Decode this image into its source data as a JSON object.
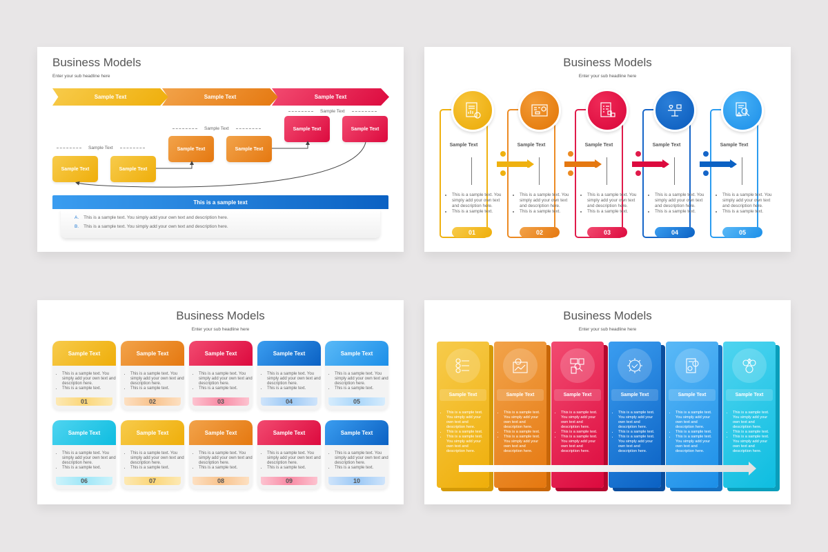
{
  "colors": {
    "yellow": "#efae0a",
    "orange": "#e57810",
    "red": "#dc0a3e",
    "blue": "#0b61c3",
    "light_blue": "#1c8fe8",
    "cyan": "#0ebde0",
    "background": "#e8e6e7"
  },
  "slide1": {
    "title": "Business Models",
    "subtitle": "Enter your sub headline here",
    "chevrons": [
      "Sample Text",
      "Sample Text",
      "Sample Text"
    ],
    "group_labels": [
      "Sample Text",
      "Sample Text",
      "Sample Text"
    ],
    "boxes": [
      "Sample Text",
      "Sample Text",
      "Sample Text",
      "Sample Text",
      "Sample Text",
      "Sample Text"
    ],
    "banner": "This is a sample text",
    "notes": [
      {
        "key": "A.",
        "text": "This is a sample text. You simply add your own text and description here."
      },
      {
        "key": "B.",
        "text": "This is a sample text. You simply add your own text and description here."
      }
    ]
  },
  "slide2": {
    "title": "Business Models",
    "subtitle": "Enter your sub headline here",
    "steps": [
      {
        "icon": "financial-report-icon",
        "heading": "Sample Text",
        "bullets": [
          "This is a sample text. You simply add your own text and description here.",
          "This is a sample text."
        ],
        "number": "01"
      },
      {
        "icon": "strategy-board-icon",
        "heading": "Sample Text",
        "bullets": [
          "This is a sample text. You simply add your own text and description here.",
          "This is a sample text."
        ],
        "number": "02"
      },
      {
        "icon": "inventory-checklist-icon",
        "heading": "Sample Text",
        "bullets": [
          "This is a sample text. You simply add your own text and description here.",
          "This is a sample text."
        ],
        "number": "03"
      },
      {
        "icon": "work-life-balance-icon",
        "heading": "Sample Text",
        "bullets": [
          "This is a sample text. You simply add your own text and description here.",
          "This is a sample text."
        ],
        "number": "04"
      },
      {
        "icon": "risk-analysis-icon",
        "heading": "Sample Text",
        "bullets": [
          "This is a sample text. You simply add your own text and description here.",
          "This is a sample text."
        ],
        "number": "05"
      }
    ]
  },
  "slide3": {
    "title": "Business Models",
    "subtitle": "Enter your sub headline here",
    "cards": [
      {
        "heading": "Sample Text",
        "bullets": [
          "This is a sample text. You simply add your own text and description here.",
          "This is a sample text."
        ],
        "number": "01"
      },
      {
        "heading": "Sample Text",
        "bullets": [
          "This is a sample text. You simply add your own text and description here.",
          "This is a sample text."
        ],
        "number": "02"
      },
      {
        "heading": "Sample Text",
        "bullets": [
          "This is a sample text. You simply add your own text and description here.",
          "This is a sample text."
        ],
        "number": "03"
      },
      {
        "heading": "Sample Text",
        "bullets": [
          "This is a sample text. You simply add your own text and description here.",
          "This is a sample text."
        ],
        "number": "04"
      },
      {
        "heading": "Sample Text",
        "bullets": [
          "This is a sample text. You simply add your own text and description here.",
          "This is a sample text."
        ],
        "number": "05"
      },
      {
        "heading": "Sample Text",
        "bullets": [
          "This is a sample text. You simply add your own text and description here.",
          "This is a sample text."
        ],
        "number": "06"
      },
      {
        "heading": "Sample Text",
        "bullets": [
          "This is a sample text. You simply add your own text and description here.",
          "This is a sample text."
        ],
        "number": "07"
      },
      {
        "heading": "Sample Text",
        "bullets": [
          "This is a sample text. You simply add your own text and description here.",
          "This is a sample text."
        ],
        "number": "08"
      },
      {
        "heading": "Sample Text",
        "bullets": [
          "This is a sample text. You simply add your own text and description here.",
          "This is a sample text."
        ],
        "number": "09"
      },
      {
        "heading": "Sample Text",
        "bullets": [
          "This is a sample text. You simply add your own text and description here.",
          "This is a sample text."
        ],
        "number": "10"
      }
    ]
  },
  "slide4": {
    "title": "Business Models",
    "subtitle": "Enter your sub headline here",
    "panels": [
      {
        "icon": "checklist-icon",
        "heading": "Sample Text",
        "bullets": [
          "This is a sample text. You simply add your own text and description here.",
          "This is a sample text.",
          "This is a sample text. You simply add your own text and description here."
        ]
      },
      {
        "icon": "growth-timeline-icon",
        "heading": "Sample Text",
        "bullets": [
          "This is a sample text. You simply add your own text and description here.",
          "This is a sample text.",
          "This is a sample text. You simply add your own text and description here."
        ]
      },
      {
        "icon": "research-analysis-icon",
        "heading": "Sample Text",
        "bullets": [
          "This is a sample text. You simply add your own text and description here.",
          "This is a sample text.",
          "This is a sample text. You simply add your own text and description here."
        ]
      },
      {
        "icon": "gear-check-icon",
        "heading": "Sample Text",
        "bullets": [
          "This is a sample text. You simply add your own text and description here.",
          "This is a sample text.",
          "This is a sample text. You simply add your own text and description here."
        ]
      },
      {
        "icon": "document-search-gear-icon",
        "heading": "Sample Text",
        "bullets": [
          "This is a sample text. You simply add your own text and description here.",
          "This is a sample text.",
          "This is a sample text. You simply add your own text and description here."
        ]
      },
      {
        "icon": "cloud-network-icon",
        "heading": "Sample Text",
        "bullets": [
          "This is a sample text. You simply add your own text and description here.",
          "This is a sample text.",
          "This is a sample text. You simply add your own text and description here."
        ]
      }
    ]
  }
}
